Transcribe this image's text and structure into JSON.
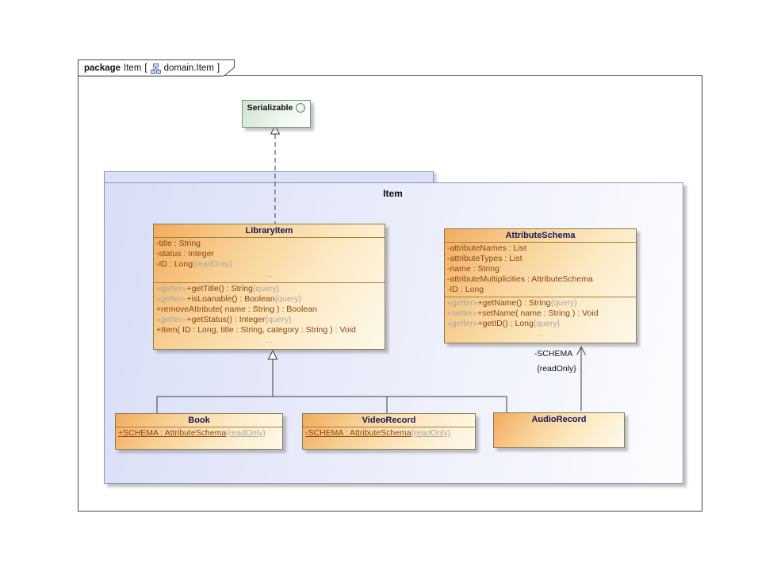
{
  "frame": {
    "keyword": "package",
    "title": "Item",
    "bracket_open": "[",
    "diagram_name": "domain.Item",
    "bracket_close": "]"
  },
  "package": {
    "name": "Item"
  },
  "interface": {
    "name": "Serializable"
  },
  "classes": {
    "library_item": {
      "name": "LibraryItem",
      "attributes": [
        {
          "parts": [
            {
              "t": "-title : String",
              "c": "main"
            }
          ]
        },
        {
          "parts": [
            {
              "t": "-status : Integer",
              "c": "main"
            }
          ]
        },
        {
          "parts": [
            {
              "t": "-ID : Long",
              "c": "main"
            },
            {
              "t": "{readOnly}",
              "c": "gray"
            }
          ]
        },
        {
          "parts": [
            {
              "t": "...",
              "c": "gray"
            }
          ],
          "center": true
        }
      ],
      "operations": [
        {
          "parts": [
            {
              "t": "«getter»",
              "c": "gray"
            },
            {
              "t": "+getTitle() : String",
              "c": "main"
            },
            {
              "t": "{query}",
              "c": "gray"
            }
          ]
        },
        {
          "parts": [
            {
              "t": "«getter»",
              "c": "gray"
            },
            {
              "t": "+isLoanable() : Boolean",
              "c": "main"
            },
            {
              "t": "{query}",
              "c": "gray"
            }
          ]
        },
        {
          "parts": [
            {
              "t": "+removeAttribute( name : String ) : Boolean",
              "c": "main"
            }
          ]
        },
        {
          "parts": [
            {
              "t": "«getter»",
              "c": "gray"
            },
            {
              "t": "+getStatus() : Integer",
              "c": "main"
            },
            {
              "t": "{query}",
              "c": "gray"
            }
          ]
        },
        {
          "parts": [
            {
              "t": "+Item( ID : Long, title : String, category : String ) : Void",
              "c": "main"
            }
          ]
        },
        {
          "parts": [
            {
              "t": "...",
              "c": "gray"
            }
          ],
          "center": true
        }
      ]
    },
    "attribute_schema": {
      "name": "AttributeSchema",
      "attributes": [
        {
          "parts": [
            {
              "t": "-attributeNames : List",
              "c": "main"
            }
          ]
        },
        {
          "parts": [
            {
              "t": "-attributeTypes : List",
              "c": "main"
            }
          ]
        },
        {
          "parts": [
            {
              "t": "-name : String",
              "c": "main"
            }
          ]
        },
        {
          "parts": [
            {
              "t": "-attributeMultiplicities : AttributeSchema",
              "c": "main"
            }
          ]
        },
        {
          "parts": [
            {
              "t": "-ID : Long",
              "c": "main"
            }
          ]
        }
      ],
      "operations": [
        {
          "parts": [
            {
              "t": "«getter»",
              "c": "gray"
            },
            {
              "t": "+getName() : String",
              "c": "main"
            },
            {
              "t": "{query}",
              "c": "gray"
            }
          ]
        },
        {
          "parts": [
            {
              "t": "«setter»",
              "c": "gray"
            },
            {
              "t": "+setName( name : String ) : Void",
              "c": "main"
            }
          ]
        },
        {
          "parts": [
            {
              "t": "«getter»",
              "c": "gray"
            },
            {
              "t": "+getID() : Long",
              "c": "main"
            },
            {
              "t": "{query}",
              "c": "gray"
            }
          ]
        },
        {
          "parts": [
            {
              "t": "...",
              "c": "gray"
            }
          ],
          "center": true
        }
      ]
    },
    "book": {
      "name": "Book",
      "attributes": [
        {
          "parts": [
            {
              "t": "+SCHEMA : AttributeSchema",
              "c": "main",
              "u": true
            },
            {
              "t": "{readOnly}",
              "c": "gray",
              "u": true
            }
          ]
        }
      ]
    },
    "video_record": {
      "name": "VideoRecord",
      "attributes": [
        {
          "parts": [
            {
              "t": "-SCHEMA : AttributeSchema",
              "c": "main",
              "u": true
            },
            {
              "t": "{readOnly}",
              "c": "gray",
              "u": true
            }
          ]
        }
      ]
    },
    "audio_record": {
      "name": "AudioRecord"
    }
  },
  "association": {
    "role": "-SCHEMA",
    "constraint": "{readOnly}"
  },
  "colors": {
    "class_border": "#8a7a52",
    "class_fill_top": "#f2ab5e",
    "class_fill_bottom": "#fef9ec",
    "member_text": "#8b4513",
    "muted_text": "#a8a8a8",
    "class_name_text": "#17175c",
    "interface_border": "#6f9f6f",
    "package_fill": "#dce1f8",
    "package_border": "#8a94bc",
    "line_color": "#3c3c3c"
  }
}
